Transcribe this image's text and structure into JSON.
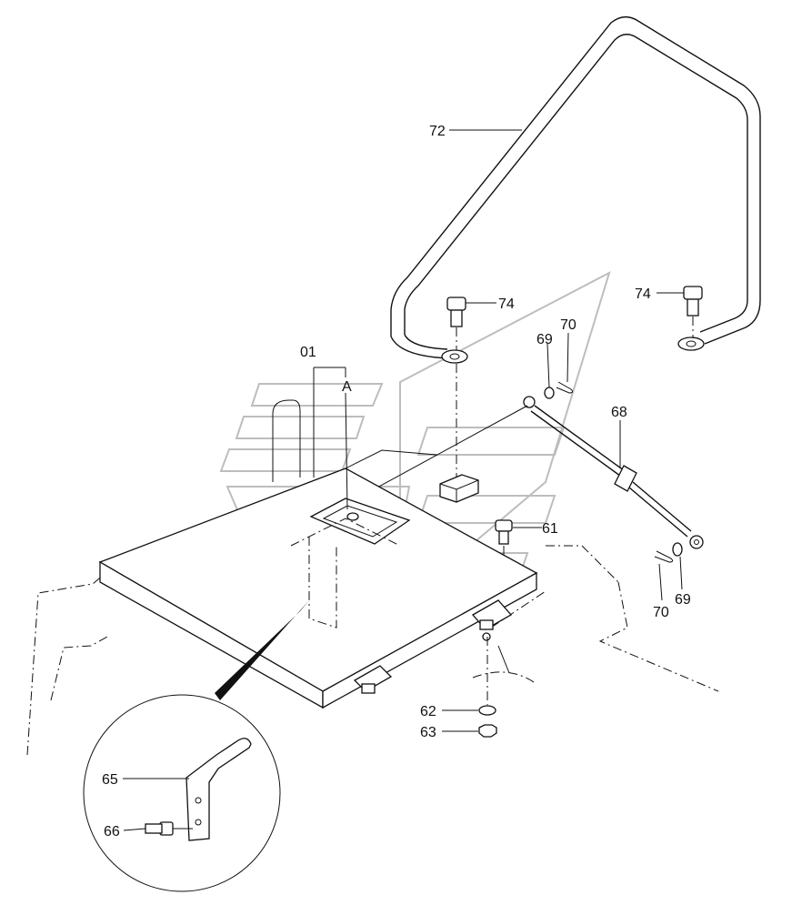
{
  "diagram": {
    "callouts": [
      {
        "id": "72",
        "text": "72"
      },
      {
        "id": "74a",
        "text": "74"
      },
      {
        "id": "74b",
        "text": "74"
      },
      {
        "id": "01",
        "text": "01"
      },
      {
        "id": "A",
        "text": "A"
      },
      {
        "id": "69a",
        "text": "69"
      },
      {
        "id": "70a",
        "text": "70"
      },
      {
        "id": "68",
        "text": "68"
      },
      {
        "id": "61",
        "text": "61"
      },
      {
        "id": "70b",
        "text": "70"
      },
      {
        "id": "69b",
        "text": "69"
      },
      {
        "id": "62",
        "text": "62"
      },
      {
        "id": "63",
        "text": "63"
      },
      {
        "id": "65",
        "text": "65"
      },
      {
        "id": "66",
        "text": "66"
      }
    ]
  }
}
